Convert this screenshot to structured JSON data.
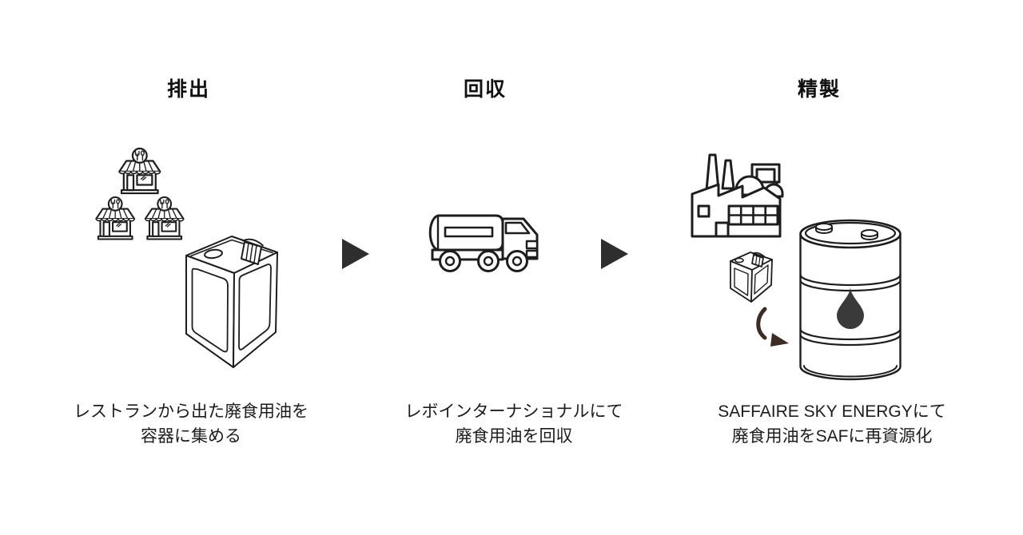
{
  "diagram": {
    "background_color": "#ffffff",
    "line_color": "#1d1d1b",
    "flow_arrow_color": "#2e2e2e",
    "curved_arrow_color": "#3b2d25",
    "droplet_color": "#3a3a3a"
  },
  "steps": [
    {
      "title": "排出",
      "caption_lines": [
        "レストランから出た廃食用油を",
        "容器に集める"
      ],
      "icons": [
        "restaurant-cluster-icon",
        "oil-can-icon"
      ]
    },
    {
      "title": "回収",
      "caption_lines": [
        "レボインターナショナルにて",
        "廃食用油を回収"
      ],
      "icons": [
        "tanker-truck-icon"
      ]
    },
    {
      "title": "精製",
      "caption_lines": [
        "SAFFAIRE SKY ENERGYにて",
        "廃食用油をSAFに再資源化"
      ],
      "icons": [
        "factory-icon",
        "small-oil-can-icon",
        "curved-arrow-icon",
        "oil-drum-icon"
      ]
    }
  ]
}
